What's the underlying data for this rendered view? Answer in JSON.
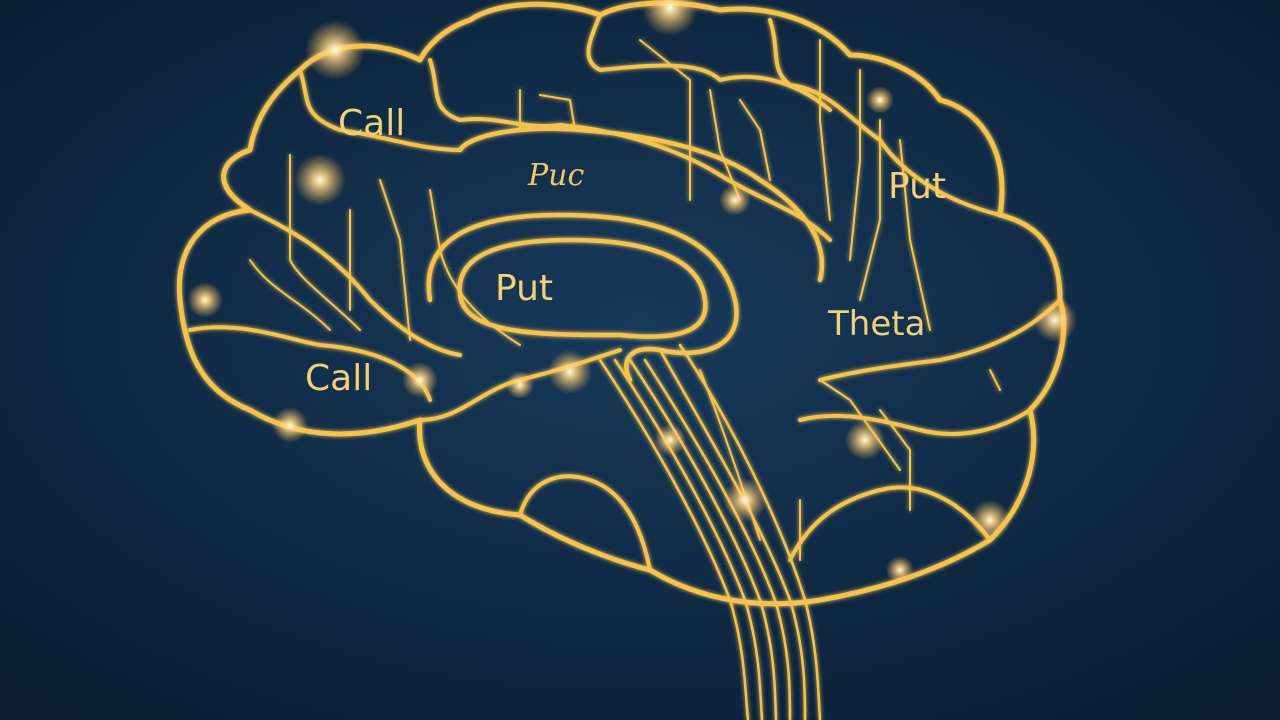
{
  "illustration": {
    "subject": "brain-circuit",
    "colors": {
      "background_center": "#173a5a",
      "background_edge": "#0a1d33",
      "line": "#f3c24f",
      "glow": "#ffd98a",
      "label": "#f2cf7a"
    },
    "labels": {
      "call_top": "Call",
      "put_small": "Puc",
      "put_right": "Put",
      "put_center": "Put",
      "theta": "Theta",
      "call_bottom": "Call"
    }
  }
}
